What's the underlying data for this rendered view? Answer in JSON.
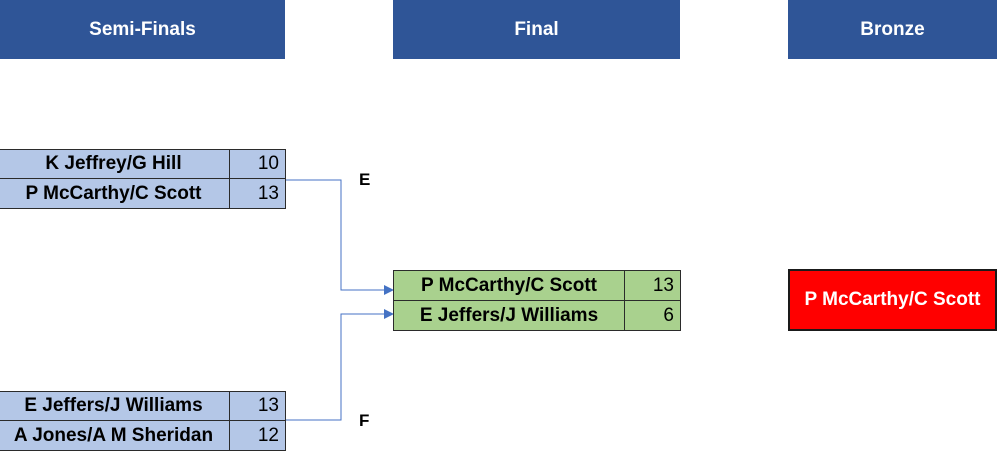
{
  "headers": {
    "semi": "Semi-Finals",
    "final": "Final",
    "bronze": "Bronze"
  },
  "semi_e": {
    "label": "E",
    "teams": [
      {
        "name": "K Jeffrey/G Hill",
        "score": "10"
      },
      {
        "name": "P McCarthy/C Scott",
        "score": "13"
      }
    ]
  },
  "semi_f": {
    "label": "F",
    "teams": [
      {
        "name": "E Jeffers/J Williams",
        "score": "13"
      },
      {
        "name": "A Jones/A M Sheridan",
        "score": "12"
      }
    ]
  },
  "final": {
    "teams": [
      {
        "name": "P McCarthy/C Scott",
        "score": "13"
      },
      {
        "name": "E Jeffers/J Williams",
        "score": "6"
      }
    ]
  },
  "bronze": {
    "winner": "P McCarthy/C Scott"
  },
  "colors": {
    "header": "#2f5597",
    "semi_cell": "#b4c7e7",
    "final_cell": "#a9d18e",
    "bronze_cell": "#ff0000",
    "connector": "#4472c4"
  }
}
